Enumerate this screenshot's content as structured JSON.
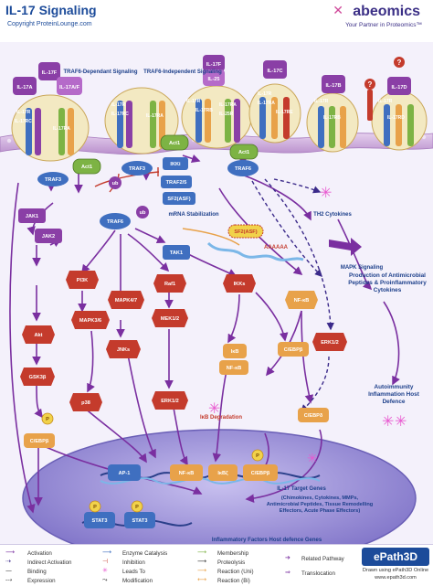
{
  "header": {
    "title": "IL-17 Signaling",
    "copyright": "Copyright ProteinLounge.com",
    "brand": "abeomics",
    "tagline": "Your Partner in Proteomics™"
  },
  "colors": {
    "membrane": "#c9a7d6",
    "nucleus": "#8a7fd0",
    "purple_node": "#8a3fa6",
    "green_node": "#7db344",
    "red_node": "#c43b2c",
    "orange_node": "#e8a24a",
    "blue_node": "#3f6fc0",
    "yellow_node": "#f1d24a",
    "activation": "#7a2fa0",
    "text_blue": "#1c3f8a"
  },
  "ligands": {
    "il17a_1": "IL-17A",
    "il17f": "IL-17F",
    "il17a_il17f": "IL-17A/F",
    "il17f_il25": "IL-17F",
    "il25": "IL-25",
    "il17c": "IL-17C",
    "il17b": "IL-17B",
    "il17d": "IL-17D",
    "unknown": "?"
  },
  "receptors": {
    "r1a": "IL-17R",
    "r1b": "IL-17RC",
    "r1c": "IL-17RA",
    "r2a": "IL-17R",
    "r2b": "IL-17RC",
    "r2c": "IL-17RA",
    "r3a": "IL-17R",
    "r3b": "IL-17RB",
    "r3c": "IL-25R",
    "r3d": "IL-17RA",
    "r4a": "IL-17R",
    "r4b": "IL-17RA",
    "r4c": "IL-17RE",
    "r5a": "IL-17R",
    "r5b": "IL-17RB",
    "r6a": "IL-17R",
    "r6b": "IL-17RD"
  },
  "labels": {
    "traf6_dependent": "TRAF6-Dependant Signaling",
    "traf6_independent": "TRAF6-Independent Signaling",
    "mrna_stabilization": "mRNA Stabilization",
    "polya": "AAAAAA",
    "th2": "TH2 Cytokines",
    "mapk": "MAPK Signaling",
    "antimicrobial": "Production of Antimicrobial Peptides & Proinflammatory Cytokines",
    "autoimmunity": "Autoimmunity Inflammation Host Defence",
    "ikb_degradation": "IκB Degradation",
    "target_genes": "IL-17 Target Genes",
    "gene_list": "(Chimokines, Cytokines, MMPs, Antimicrobial Peptides, Tissue Remodelling Effectors, Acute Phase Effectors)",
    "inflammatory": "Inflammatory Factors Host defence Genes"
  },
  "nodes": {
    "act1_a": "Act1",
    "act1_b": "Act1",
    "act1_c": "Act1",
    "traf3_a": "TRAF3",
    "traf3_b": "TRAF3",
    "traf6_a": "TRAF6",
    "traf6_b": "TRAF6",
    "traf2_5": "TRAF2/5",
    "ikki": "IKKi",
    "sf2_asf": "SF2(ASF)",
    "sf2_asf_mrna": "SF2(ASF)",
    "jak1": "JAK1",
    "jak2": "JAK2",
    "tak1": "TAK1",
    "pi3k": "PI3K",
    "mapk4_7": "MAPK4/7",
    "raf1": "Raf1",
    "ikks": "IKKs",
    "nfkb_a": "NF-κB",
    "akt": "Akt",
    "mapk3_6": "MAPK3/6",
    "mek1_2": "MEK1/2",
    "ikb": "IκB",
    "nfkb_b": "NF-κB",
    "cebpb_a": "C/EBPβ",
    "erk1_2_a": "ERK1/2",
    "gsk3b": "GSK3β",
    "jnks": "JNKs",
    "p38": "p38",
    "erk1_2_b": "ERK1/2",
    "cebpd": "C/EBPδ",
    "cebpb_b": "C/EBPβ",
    "ap1": "AP-1",
    "nfkb_nuc": "NF-κB",
    "ikbz": "IκBζ",
    "cebpb_nuc": "C/EBPβ",
    "stat3_a": "STAT3",
    "stat3_b": "STAT3",
    "ub1": "ub",
    "ub2": "ub",
    "p1": "P",
    "p2": "P",
    "p3": "P",
    "p4": "P"
  },
  "legend": {
    "activation": "Activation",
    "indirect_activation": "Indirect Activation",
    "binding": "Binding",
    "expression": "Expression",
    "enzyme_catalysis": "Enzyme Catalysis",
    "inhibition": "Inhibition",
    "leads_to": "Leads To",
    "modification": "Modification",
    "membership": "Membership",
    "proteolysis": "Proteolysis",
    "reaction_uni": "Reaction (Uni)",
    "reaction_bi": "Reaction (Bi)",
    "related_pathway": "Related Pathway",
    "translocation": "Translocation"
  },
  "epath": {
    "logo": "ePath3D",
    "drawn": "Drawn using ePath3D Online",
    "url": "www.epath3d.com"
  }
}
